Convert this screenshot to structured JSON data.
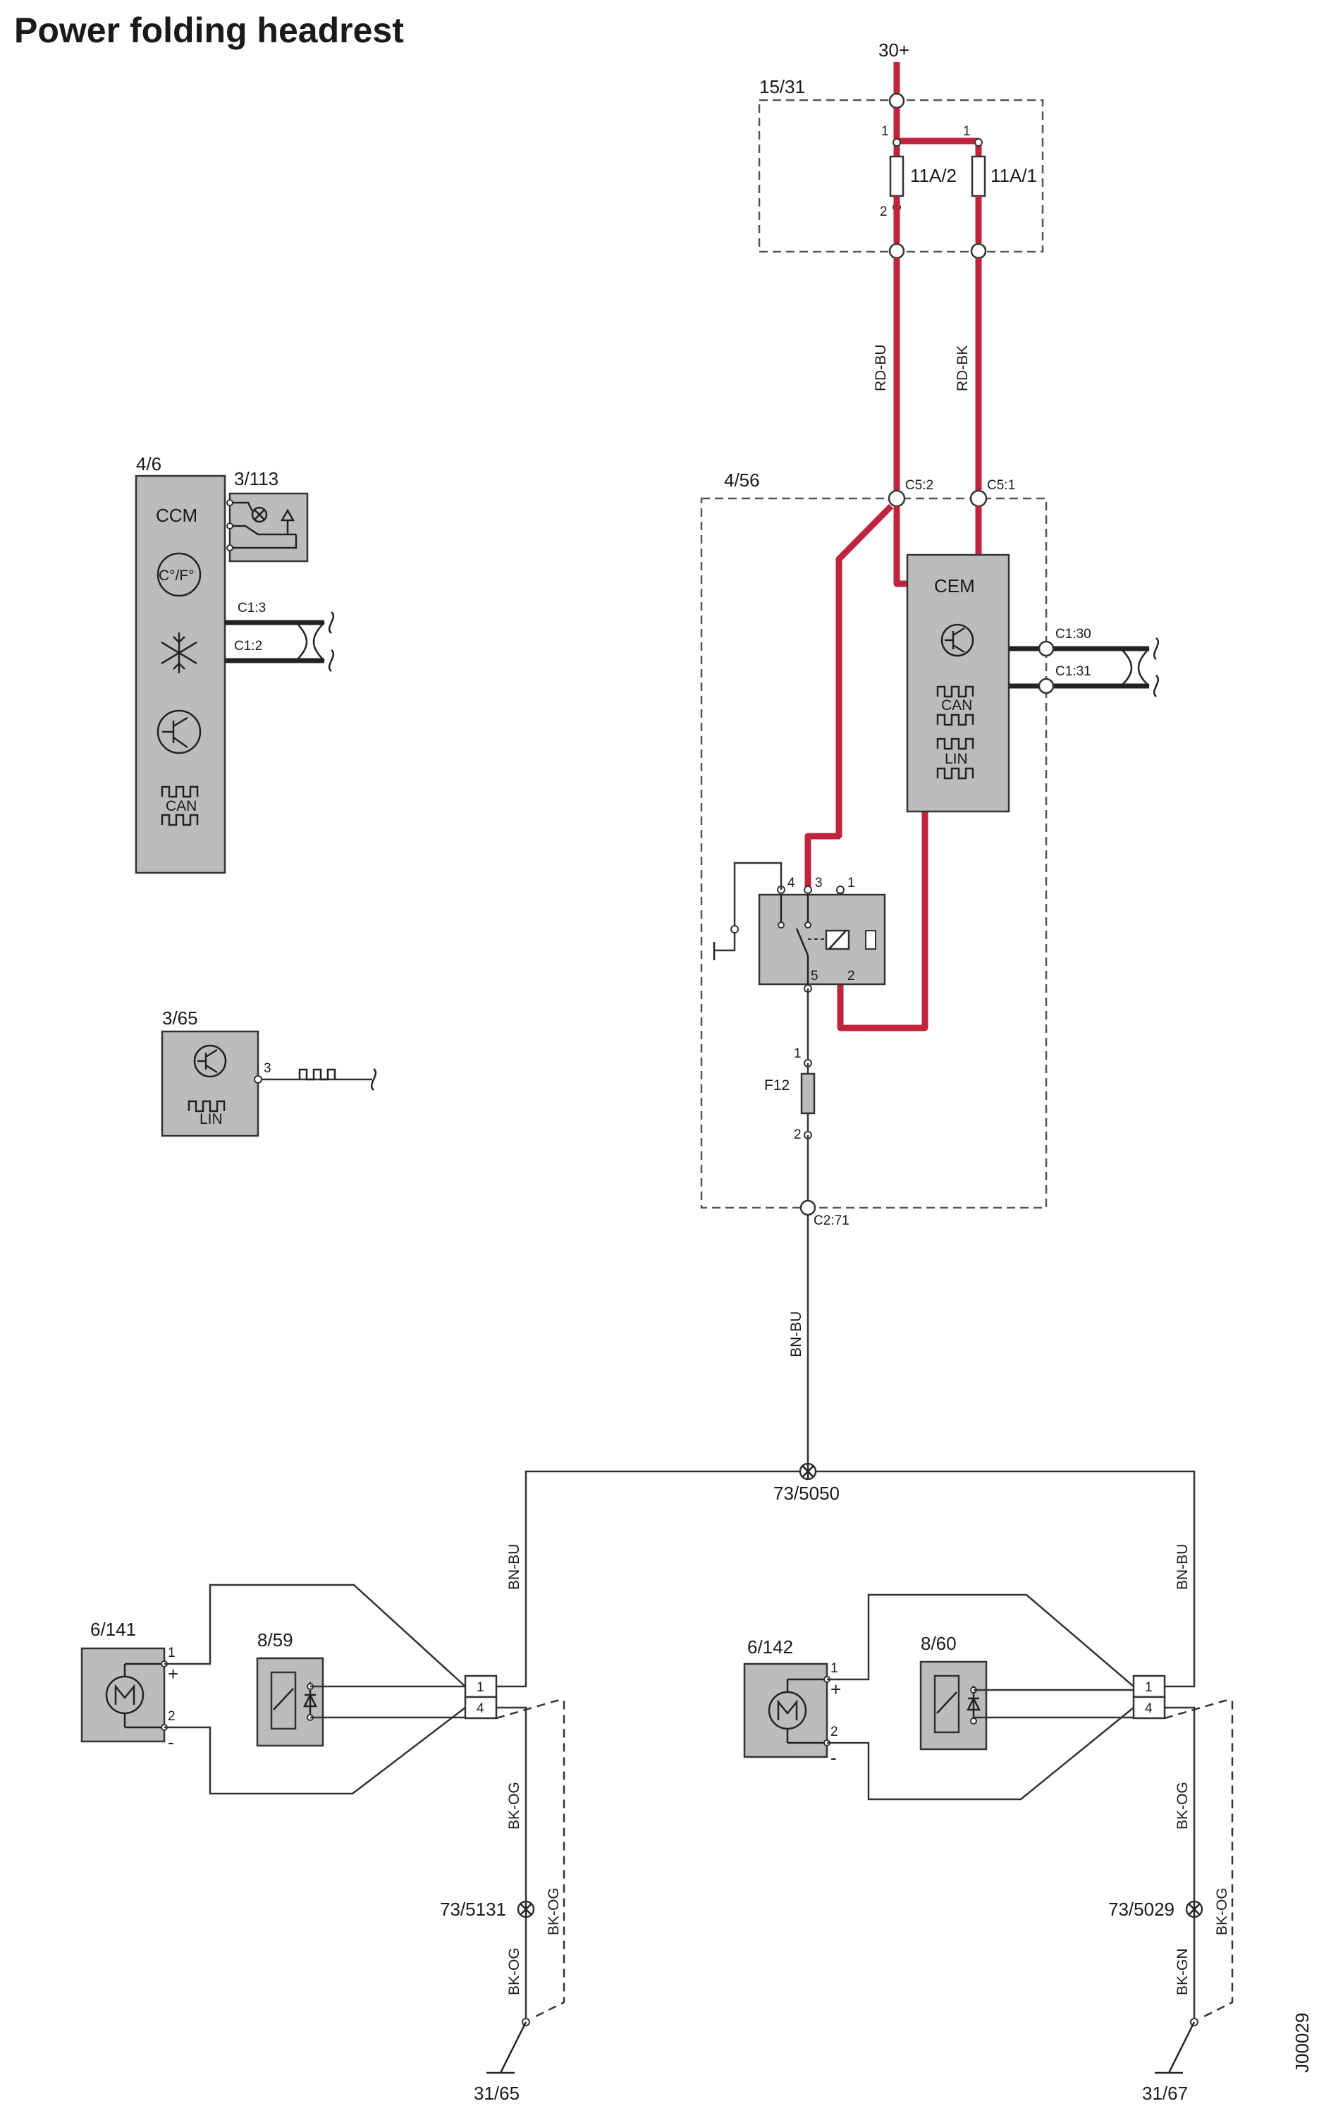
{
  "title": "Power folding headrest",
  "figure_id": "J00029",
  "power": {
    "supply": "30+"
  },
  "fusebox": {
    "id": "15/31",
    "fuse_a": "11A/2",
    "fuse_b": "11A/1",
    "pin1": "1",
    "pin2": "2"
  },
  "wires": {
    "rd_bu": "RD-BU",
    "rd_bk": "RD-BK",
    "bn_bu": "BN-BU",
    "bn_bu_left": "BN-BU",
    "bn_bu_right": "BN-BU",
    "bk_og": "BK-OG",
    "bk_gn": "BK-GN"
  },
  "cem_unit": {
    "id": "4/56",
    "name": "CEM",
    "c5_2": "C5:2",
    "c5_1": "C5:1",
    "c1_30": "C1:30",
    "c1_31": "C1:31",
    "c2_71": "C2:71",
    "can": "CAN",
    "lin": "LIN"
  },
  "relay": {
    "pin4": "4",
    "pin3": "3",
    "pin1": "1",
    "pin5": "5",
    "pin2": "2"
  },
  "fuse_f12": {
    "id": "F12",
    "pin1": "1",
    "pin2": "2"
  },
  "ccm_unit": {
    "id": "4/6",
    "name": "CCM",
    "temp": "C°/F°",
    "c1_3": "C1:3",
    "c1_2": "C1:2",
    "can": "CAN"
  },
  "switch_3_113": {
    "id": "3/113"
  },
  "module_3_65": {
    "id": "3/65",
    "pin": "3",
    "lin": "LIN"
  },
  "splices": {
    "main": "73/5050",
    "left": "73/5131",
    "right": "73/5029"
  },
  "grounds": {
    "left": "31/65",
    "right": "31/67"
  },
  "left_motor": {
    "id": "6/141",
    "pin1": "1",
    "pin2": "2",
    "plus": "+",
    "minus": "-"
  },
  "left_switch": {
    "id": "8/59"
  },
  "left_connector": {
    "pin1": "1",
    "pin4": "4"
  },
  "right_motor": {
    "id": "6/142",
    "pin1": "1",
    "pin2": "2",
    "plus": "+",
    "minus": "-"
  },
  "right_switch": {
    "id": "8/60"
  },
  "right_connector": {
    "pin1": "1",
    "pin4": "4"
  }
}
